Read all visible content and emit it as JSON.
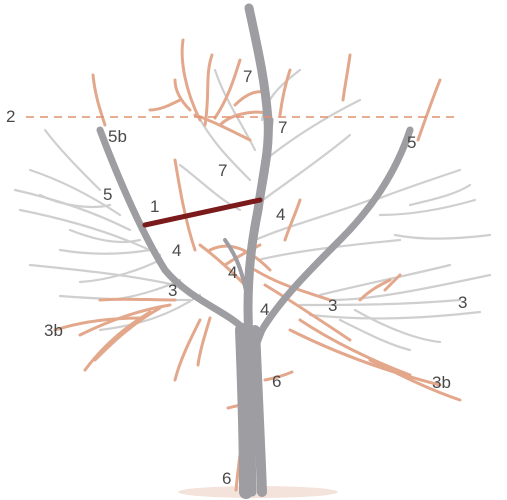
{
  "colors": {
    "trunk": "#9d9da2",
    "grey_branch": "#cfcfcf",
    "pruned_branch": "#e3a88c",
    "cut_bar": "#7a1a1a",
    "height_line": "#e0906f",
    "ground": "#f3e3db",
    "label": "#4a4a4a"
  },
  "labels": {
    "l2": "2",
    "l1": "1",
    "l5b": "5b",
    "l5_left": "5",
    "l5_right": "5",
    "l7_top": "7",
    "l7_upper": "7",
    "l7_mid": "7",
    "l4_a": "4",
    "l4_b": "4",
    "l4_c": "4",
    "l4_d": "4",
    "l3_left": "3",
    "l3_mid": "3",
    "l3_right": "3",
    "l3b_left": "3b",
    "l3b_right": "3b",
    "l6_mid": "6",
    "l6_bottom": "6"
  }
}
